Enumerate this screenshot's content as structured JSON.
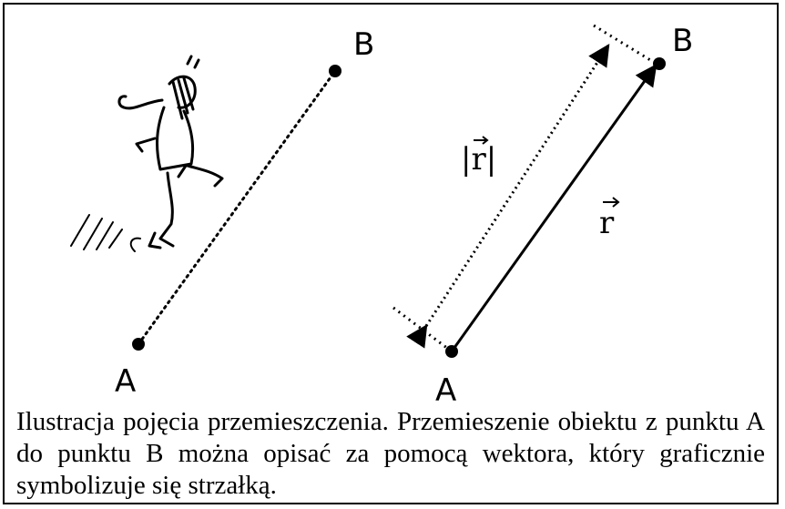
{
  "left_figure": {
    "label_a": "A",
    "label_b": "B"
  },
  "right_figure": {
    "label_a": "A",
    "label_b": "B",
    "magnitude_label": "|r|",
    "vector_label": "r"
  },
  "caption": "Ilustracja pojęcia przemieszczenia. Przemieszenie obiektu z punktu A do punktu B można opisać za pomocą wektora, który graficznie symbolizuje się strzałką."
}
